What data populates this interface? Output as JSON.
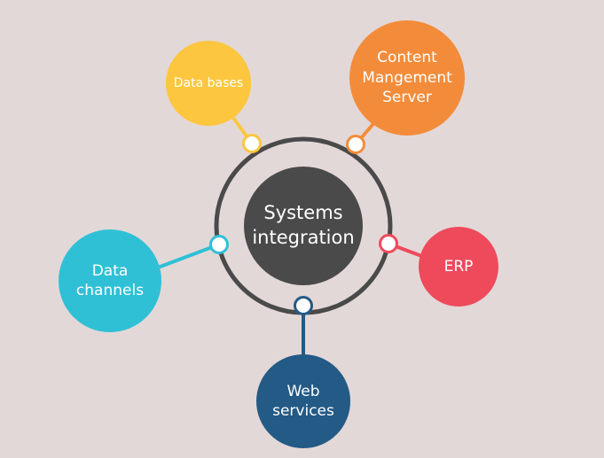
{
  "center": {
    "label": "Systems\nintegration",
    "color": "#4a4a4a"
  },
  "ring": {
    "color": "#4a4a4a"
  },
  "nodes": [
    {
      "id": "db",
      "label": "Data bases",
      "color": "#fcc63f"
    },
    {
      "id": "cms",
      "label": "Content\nMangement\nServer",
      "color": "#f38c3a"
    },
    {
      "id": "erp",
      "label": "ERP",
      "color": "#ee4a5c"
    },
    {
      "id": "dc",
      "label": "Data\nchannels",
      "color": "#2fc0d6"
    },
    {
      "id": "ws",
      "label": "Web\nservices",
      "color": "#235a86"
    }
  ]
}
